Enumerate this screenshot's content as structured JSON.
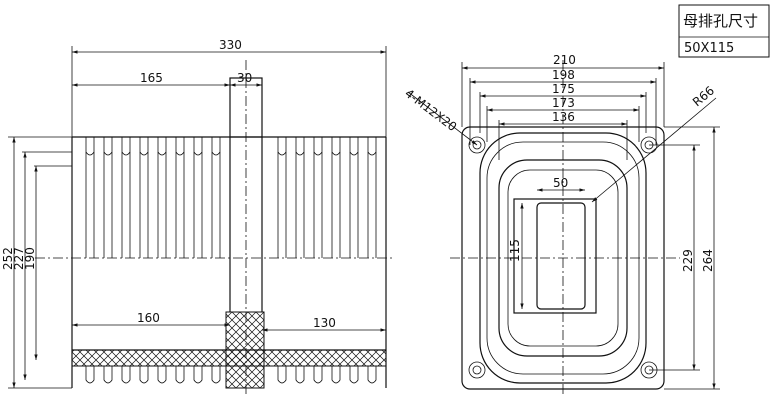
{
  "title_block": {
    "heading": "母排孔尺寸",
    "value": "50X115"
  },
  "side_view": {
    "dims": {
      "overall_length": "330",
      "left_part": "165",
      "flange": "30",
      "bottom_left": "160",
      "bottom_right": "130",
      "h1": "252",
      "h2": "227",
      "h3": "190"
    }
  },
  "top_view": {
    "dims": {
      "w1": "210",
      "w2": "198",
      "w3": "175",
      "w4": "173",
      "w5": "136",
      "slot_w": "50",
      "slot_h": "115",
      "h_inner": "229",
      "h_outer": "264",
      "radius": "R66",
      "holes": "4-M12X20"
    }
  }
}
